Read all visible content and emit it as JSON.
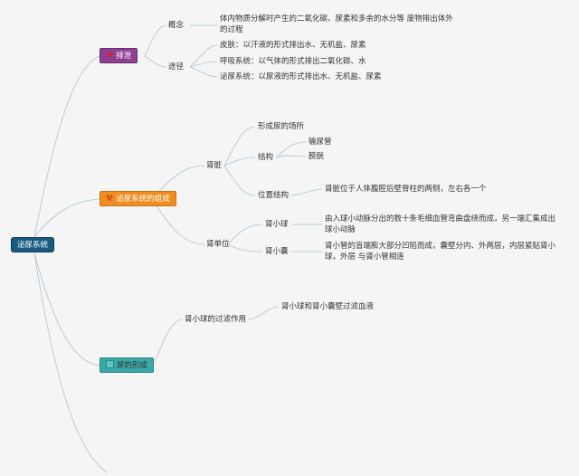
{
  "root": {
    "label": "泌尿系统"
  },
  "branch1": {
    "label": "排泄",
    "icon": "red-flag-icon",
    "concept": {
      "label": "概念",
      "text": "体内物质分解时产生的二氧化碳、尿素和多余的水分等 废物排出体外的过程"
    },
    "routes": {
      "label": "途径",
      "items": [
        "皮肤：以汗液的形式排出水、无机盐、尿素",
        "呼吸系统：以气体的形式排出二氧化碳、水",
        "泌尿系统：以尿液的形式排出水、无机盐、尿素"
      ]
    }
  },
  "branch2": {
    "label": "泌尿系统的组成",
    "icon": "tools-icon",
    "kidney": {
      "label": "肾脏",
      "site": "形成尿的场所",
      "structure": {
        "label": "结构",
        "items": [
          "输尿管",
          "膀胱"
        ]
      },
      "position": {
        "label": "位置结构",
        "text": "肾脏位于人体腹腔后壁脊柱的两侧，左右各一个"
      }
    },
    "unit": {
      "label": "肾单位",
      "glomerulus": {
        "label": "肾小球",
        "text": "由入球小动脉分出的数十条毛细血管弯曲盘绕而成，另一端汇集成出球小动脉"
      },
      "capsule": {
        "label": "肾小囊",
        "text": "肾小管的盲端膨大部分凹陷而成，囊壁分内、外两层，内层紧贴肾小球，外层 与肾小管相连"
      }
    }
  },
  "branch3": {
    "label": "尿的形成",
    "filter": {
      "label": "肾小球的过滤作用",
      "text": "肾小球和肾小囊壁过滤血液"
    }
  },
  "colors": {
    "line": "#a9c4d2",
    "root": "#1b5a80",
    "branch1": "#8e3f94",
    "branch2": "#ef8d20",
    "branch3": "#3aa8a6"
  }
}
